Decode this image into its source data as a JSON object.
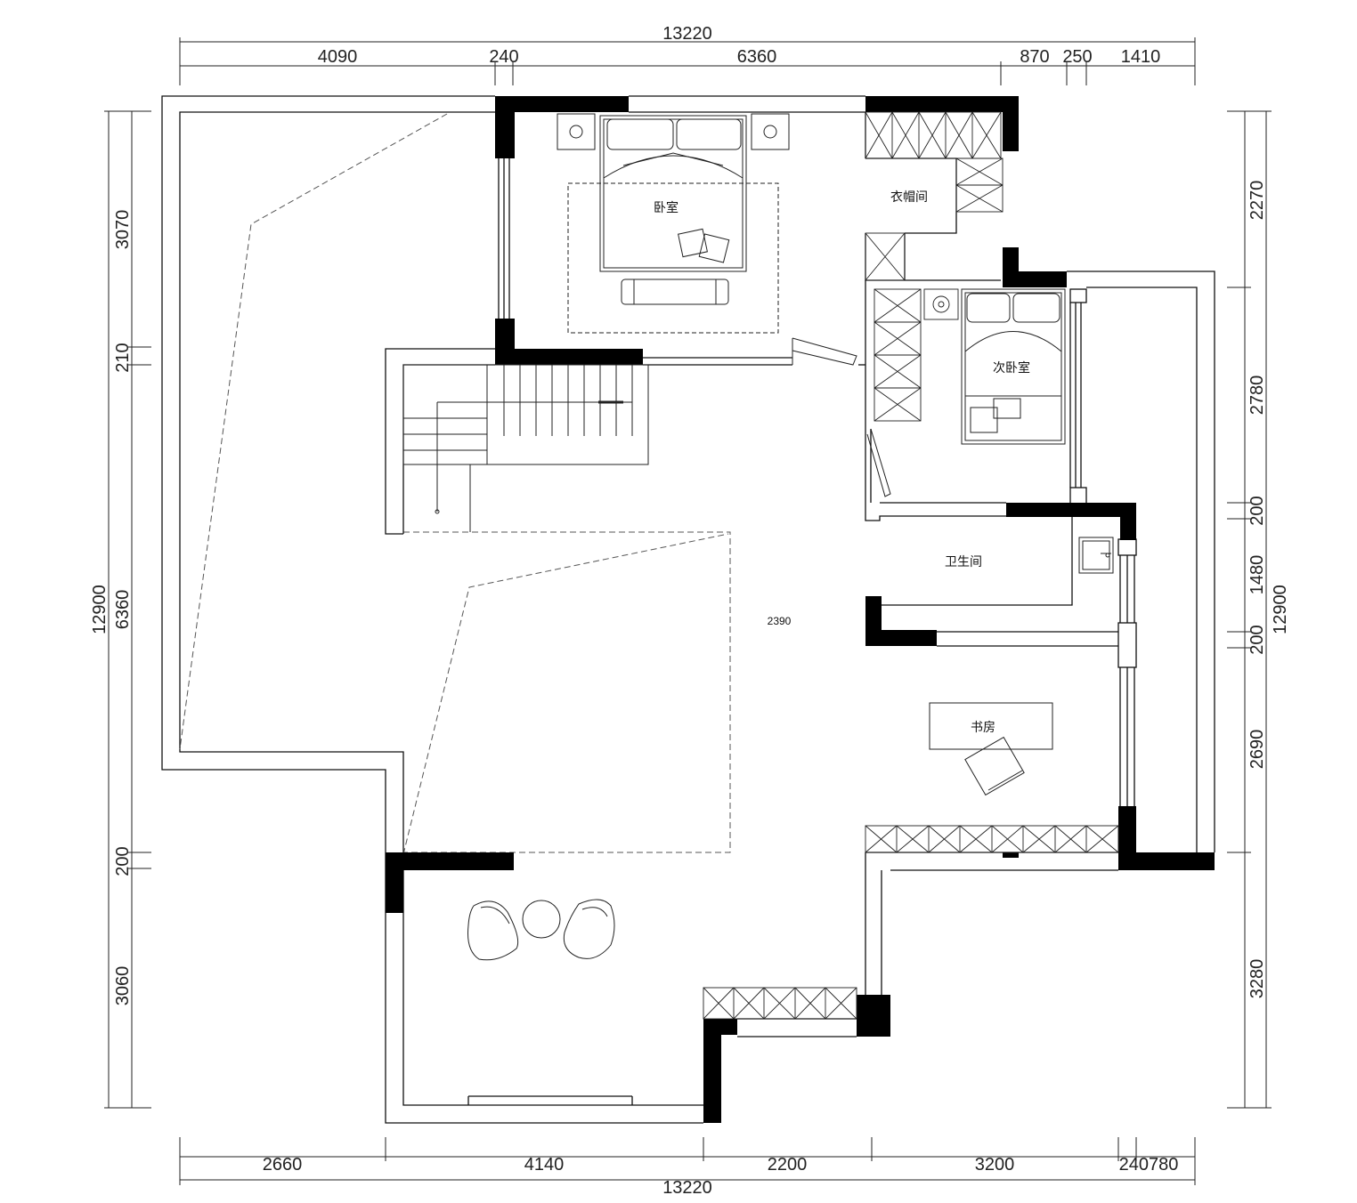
{
  "rooms": {
    "bedroom": "卧室",
    "cloakroom": "衣帽间",
    "second_bedroom": "次卧室",
    "bathroom": "卫生间",
    "study": "书房",
    "center_label": "2390"
  },
  "dims": {
    "top_total": "13220",
    "top_segments": [
      "4090",
      "240",
      "6360",
      "870",
      "250",
      "1410"
    ],
    "bottom_total": "13220",
    "bottom_segments": [
      "2660",
      "4140",
      "2200",
      "3200",
      "240780"
    ],
    "left_total": "12900",
    "left_segments": [
      "3070",
      "210",
      "6360",
      "200",
      "3060"
    ],
    "right_total": "12900",
    "right_segments": [
      "2270",
      "2780",
      "200",
      "1480",
      "200",
      "2690",
      "3280"
    ]
  }
}
